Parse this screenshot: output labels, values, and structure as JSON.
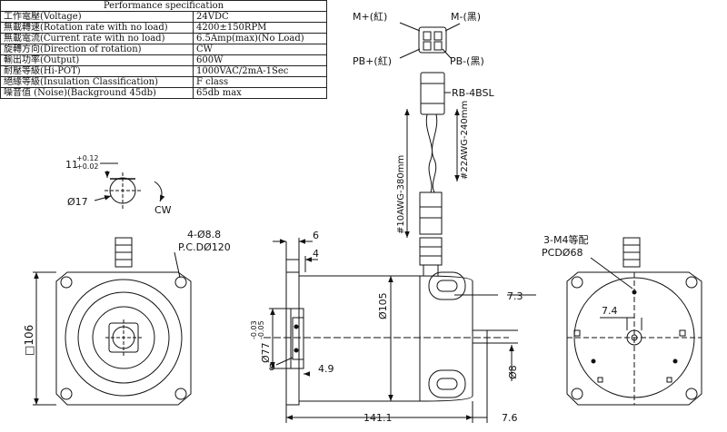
{
  "spec_table": {
    "title": "Performance specification",
    "rows": [
      {
        "label": "工作電壓(Voltage)",
        "value": "24VDC"
      },
      {
        "label": "無載轉速(Rotation rate with no load)",
        "value": "4200±150RPM"
      },
      {
        "label": "無載電流(Current rate with no load)",
        "value": "6.5Amp(max)(No Load)"
      },
      {
        "label": "旋轉方向(Direction of rotation)",
        "value": "CW"
      },
      {
        "label": "輸出功率(Output)",
        "value": "600W"
      },
      {
        "label": "耐壓等級(Hi-POT)",
        "value": "1000VAC/2mA-1Sec"
      },
      {
        "label": "絕緣等級(Insulation Classification)",
        "value": "F class"
      },
      {
        "label": "噪音值 (Noise)(Background 45db)",
        "value": "65db max"
      }
    ]
  },
  "connector": {
    "m_plus": "M+(紅)",
    "m_minus": "M-(黑)",
    "pb_plus": "PB+(紅)",
    "pb_minus": "PB-(黑)",
    "part": "RB-4BSL",
    "wire_a": "#10AWG-380mm",
    "wire_b": "#22AWG-240mm"
  },
  "shaft_detail": {
    "dim": "11",
    "tol_upper": "+0.12",
    "tol_lower": "+0.02",
    "diameter": "Ø17",
    "rotation": "CW"
  },
  "front_view": {
    "holes": "4-Ø8.8",
    "pcd": "P.C.DØ120",
    "square": "□106"
  },
  "side_view": {
    "d6": "6",
    "d4": "4",
    "d105": "Ø105",
    "d73": "7.3",
    "d74": "7.4",
    "d77": "Ø77",
    "tol77_upper": "-0.03",
    "tol77_lower": "-0.05",
    "d9": "9",
    "d49": "4.9",
    "d8": "Ø8",
    "d1411": "141.1",
    "d76": "7.6"
  },
  "rear_view": {
    "holes": "3-M4等配",
    "pcd": "PCDØ68"
  }
}
